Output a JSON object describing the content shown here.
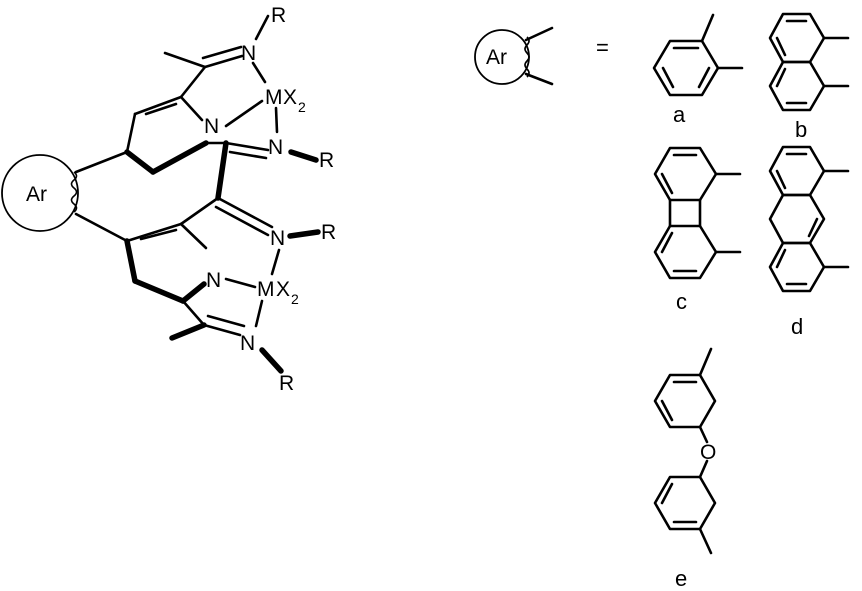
{
  "labels": {
    "ar": "Ar",
    "n": "N",
    "r": "R",
    "m": "M",
    "x": "X",
    "two": "2",
    "o": "O",
    "equals": "="
  },
  "variants": {
    "a": "a",
    "b": "b",
    "c": "c",
    "d": "d",
    "e": "e"
  }
}
